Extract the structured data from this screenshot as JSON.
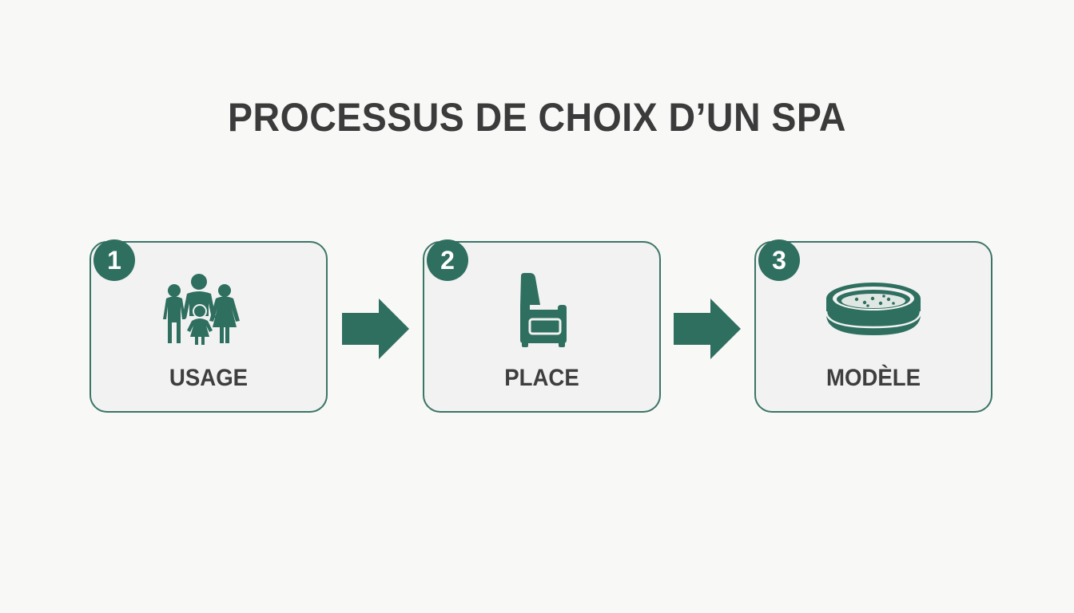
{
  "title": "PROCESSUS DE CHOIX D’UN SPA",
  "accent_color": "#2f6f5f",
  "steps": [
    {
      "number": "1",
      "label": "USAGE",
      "icon": "family-icon"
    },
    {
      "number": "2",
      "label": "PLACE",
      "icon": "armchair-icon"
    },
    {
      "number": "3",
      "label": "MODÈLE",
      "icon": "spa-tub-icon"
    }
  ]
}
